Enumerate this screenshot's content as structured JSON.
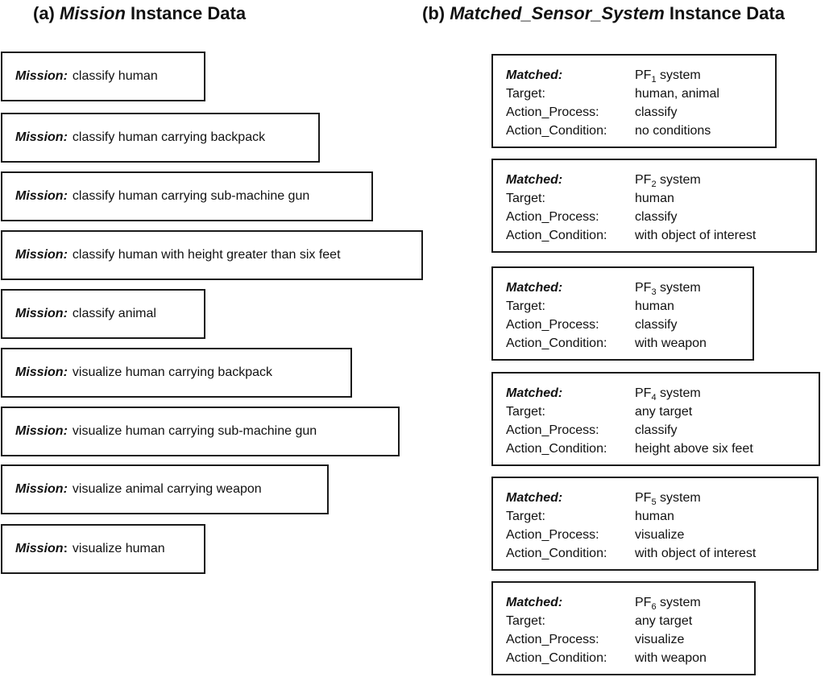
{
  "panel_a": {
    "title": {
      "prefix": "(a) ",
      "emph": "Mission",
      "suffix": " Instance Data"
    },
    "items": [
      {
        "label": "Mission:",
        "colon": "",
        "text": "classify human"
      },
      {
        "label": "Mission:",
        "colon": "",
        "text": "classify human carrying backpack"
      },
      {
        "label": "Mission:",
        "colon": "",
        "text": "classify human carrying sub-machine gun"
      },
      {
        "label": "Mission:",
        "colon": "",
        "text": "classify human with height greater than six feet"
      },
      {
        "label": "Mission:",
        "colon": "",
        "text": "classify animal"
      },
      {
        "label": "Mission:",
        "colon": "",
        "text": "visualize human carrying backpack"
      },
      {
        "label": "Mission:",
        "colon": "",
        "text": "visualize human carrying sub-machine gun"
      },
      {
        "label": "Mission:",
        "colon": "",
        "text": "visualize animal carrying weapon"
      },
      {
        "label": "Mission",
        "colon": ":",
        "text": "visualize human"
      }
    ]
  },
  "panel_b": {
    "title": {
      "prefix": "(b) ",
      "emph": "Matched_Sensor_System",
      "suffix": " Instance Data"
    },
    "row_labels": {
      "matched": "Matched:",
      "target": "Target:",
      "action_process": "Action_Process:",
      "action_condition": "Action_Condition:"
    },
    "items": [
      {
        "system_prefix": "PF",
        "system_sub": "1",
        "system_suffix": " system",
        "target": "human, animal",
        "action_process": "classify",
        "action_condition": "no conditions"
      },
      {
        "system_prefix": "PF",
        "system_sub": "2",
        "system_suffix": " system",
        "target": "human",
        "action_process": "classify",
        "action_condition": "with object of interest"
      },
      {
        "system_prefix": "PF",
        "system_sub": "3",
        "system_suffix": " system",
        "target": "human",
        "action_process": "classify",
        "action_condition": "with weapon"
      },
      {
        "system_prefix": "PF",
        "system_sub": "4",
        "system_suffix": " system",
        "target": "any target",
        "action_process": "classify",
        "action_condition": "height above six feet"
      },
      {
        "system_prefix": "PF",
        "system_sub": "5",
        "system_suffix": " system",
        "target": "human",
        "action_process": "visualize",
        "action_condition": "with object of interest"
      },
      {
        "system_prefix": "PF",
        "system_sub": "6",
        "system_suffix": " system",
        "target": "any target",
        "action_process": "visualize",
        "action_condition": "with weapon"
      }
    ]
  }
}
